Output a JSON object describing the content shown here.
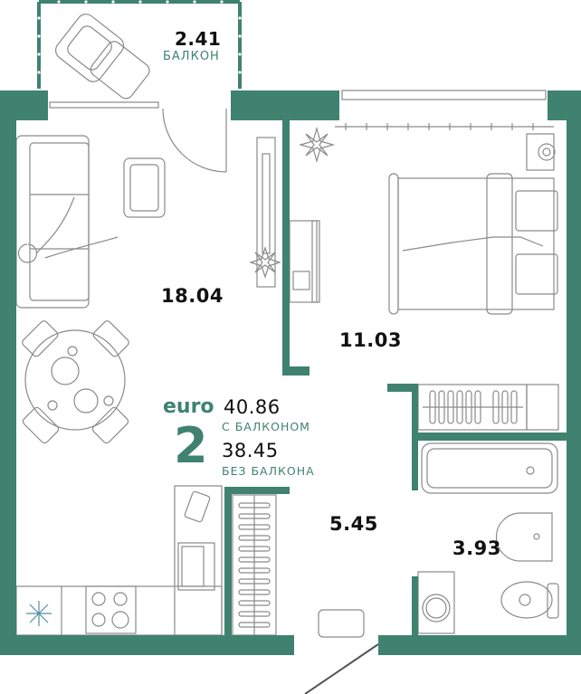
{
  "plan": {
    "type": "apartment-floor-plan",
    "wall_color": "#3f8270",
    "furniture_line_color": "#8a8a8a"
  },
  "summary": {
    "brand": "euro",
    "rooms": "2",
    "area_with_balcony": "40.86",
    "label_with_balcony": "С БАЛКОНОМ",
    "area_without_balcony": "38.45",
    "label_without_balcony": "БЕЗ БАЛКОНА"
  },
  "rooms": {
    "balcony": {
      "area": "2.41",
      "label": "БАЛКОН"
    },
    "living_kitchen": {
      "area": "18.04"
    },
    "bedroom": {
      "area": "11.03"
    },
    "hallway": {
      "area": "5.45"
    },
    "bathroom": {
      "area": "3.93"
    }
  }
}
